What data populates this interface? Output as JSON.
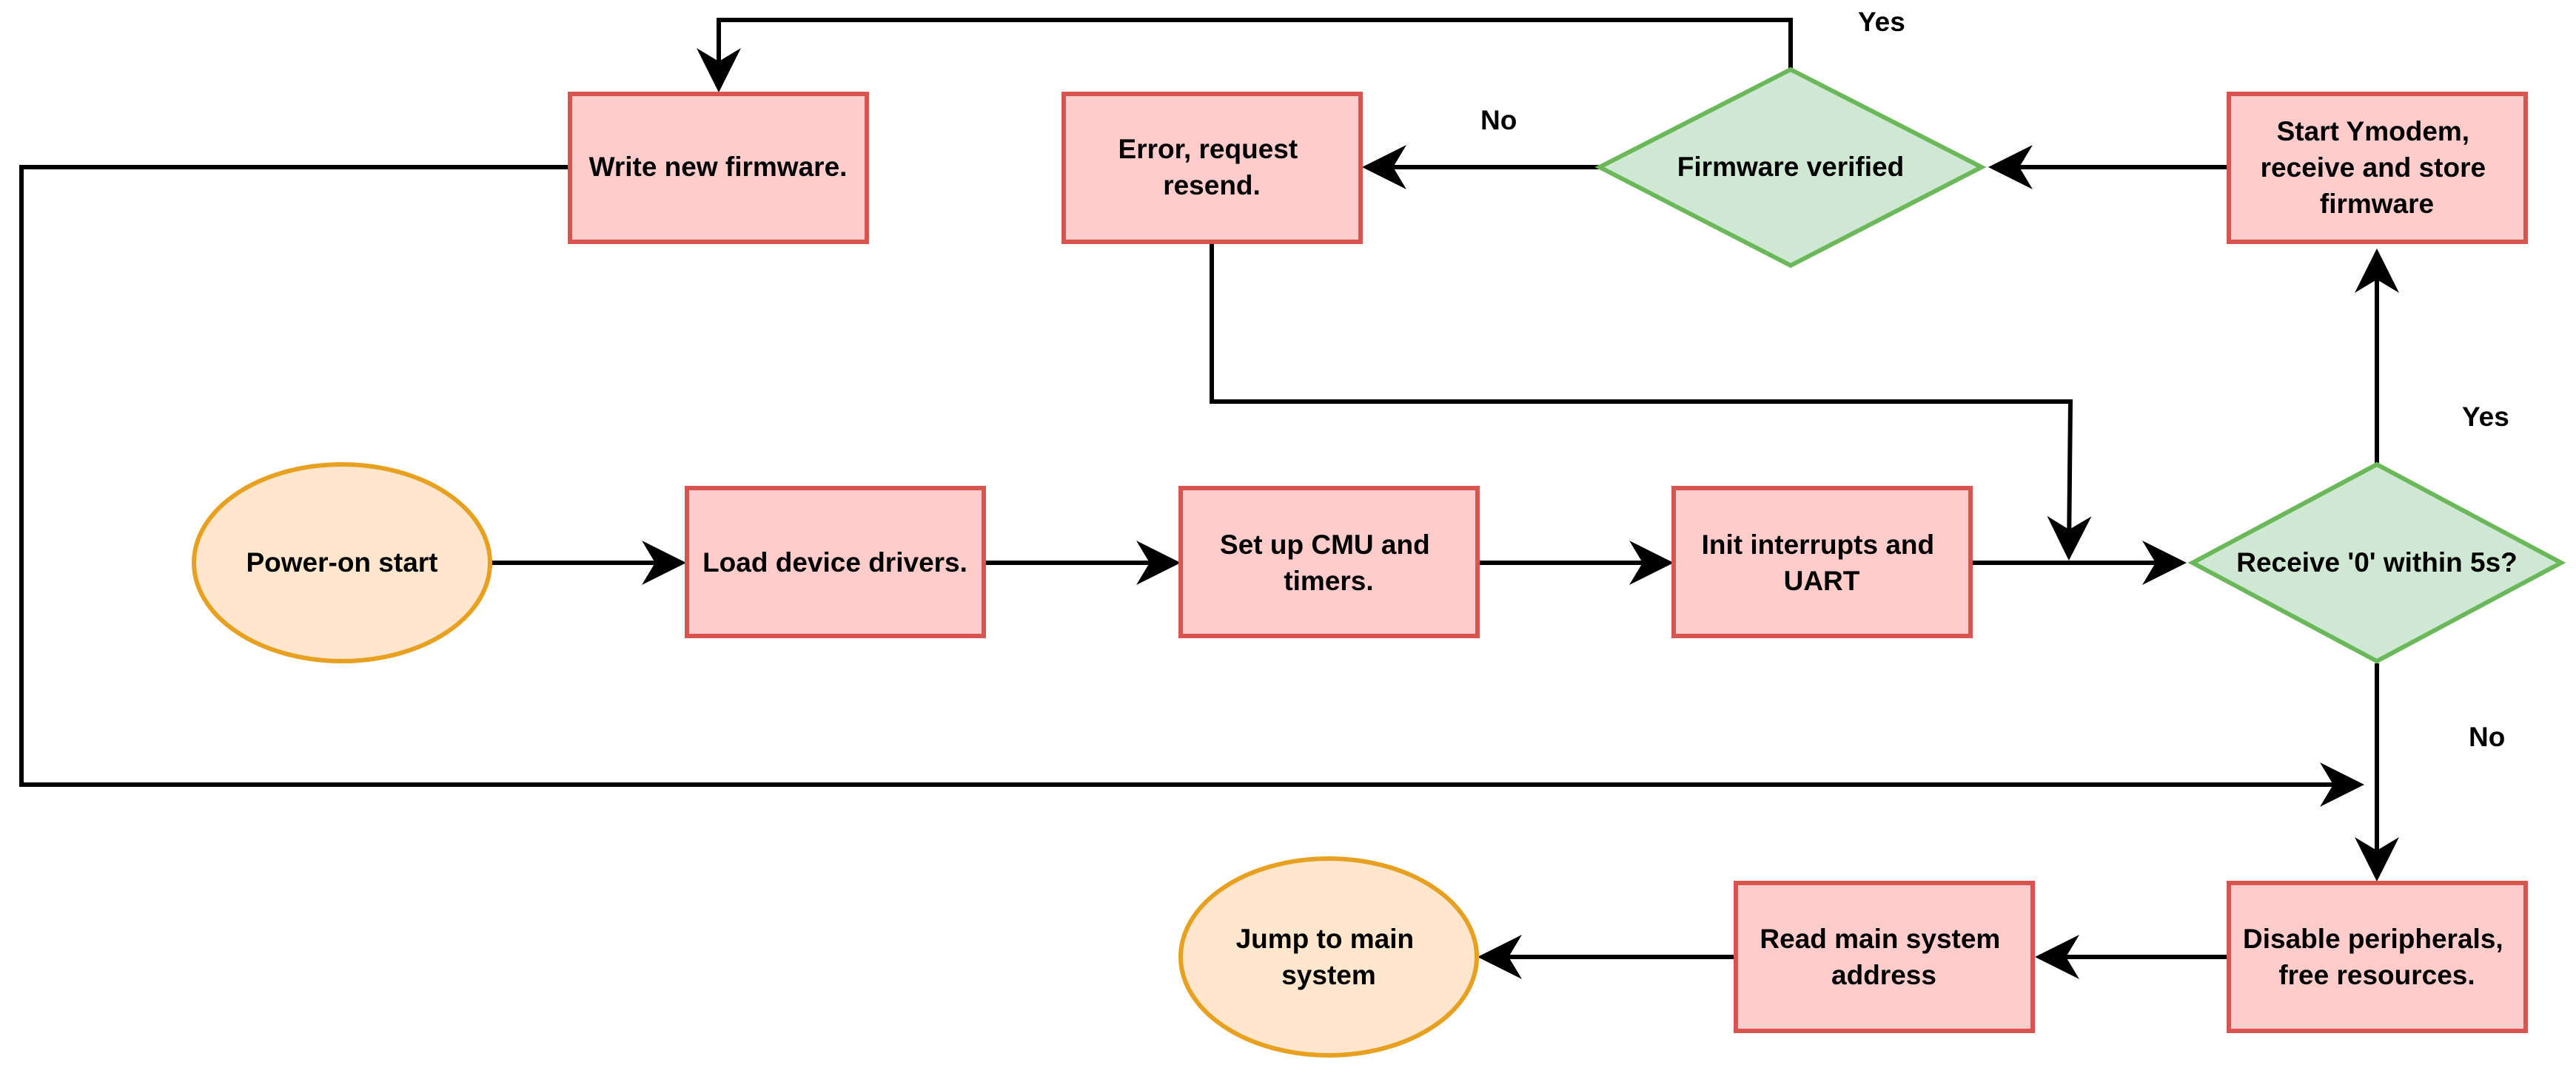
{
  "colors": {
    "process_fill": "#ffcccc",
    "process_stroke": "#d9534f",
    "decision_fill": "#cfe8d3",
    "decision_stroke": "#6bb85a",
    "terminal_fill": "#ffe6cc",
    "terminal_stroke": "#e8a020",
    "edge": "#000000"
  },
  "nodes": {
    "power_on": {
      "type": "terminal",
      "lines": [
        "Power-on start"
      ]
    },
    "load_drivers": {
      "type": "process",
      "lines": [
        "Load device drivers."
      ]
    },
    "setup_cmu": {
      "type": "process",
      "lines": [
        "Set up CMU and",
        "timers."
      ]
    },
    "init_interrupts": {
      "type": "process",
      "lines": [
        "Init interrupts and",
        "UART"
      ]
    },
    "receive_decision": {
      "type": "decision",
      "lines": [
        "Receive '0' within 5s?"
      ]
    },
    "start_ymodem": {
      "type": "process",
      "lines": [
        "Start Ymodem,",
        "receive and store",
        "firmware"
      ]
    },
    "firmware_verified": {
      "type": "decision",
      "lines": [
        "Firmware verified"
      ]
    },
    "error_resend": {
      "type": "process",
      "lines": [
        "Error, request",
        "resend."
      ]
    },
    "write_firmware": {
      "type": "process",
      "lines": [
        "Write new firmware."
      ]
    },
    "disable_peripherals": {
      "type": "process",
      "lines": [
        "Disable peripherals,",
        "free resources."
      ]
    },
    "read_address": {
      "type": "process",
      "lines": [
        "Read main system",
        "address"
      ]
    },
    "jump_main": {
      "type": "terminal",
      "lines": [
        "Jump to main",
        "system"
      ]
    }
  },
  "edge_labels": {
    "verified_yes": "Yes",
    "verified_no": "No",
    "receive_yes": "Yes",
    "receive_no": "No"
  }
}
